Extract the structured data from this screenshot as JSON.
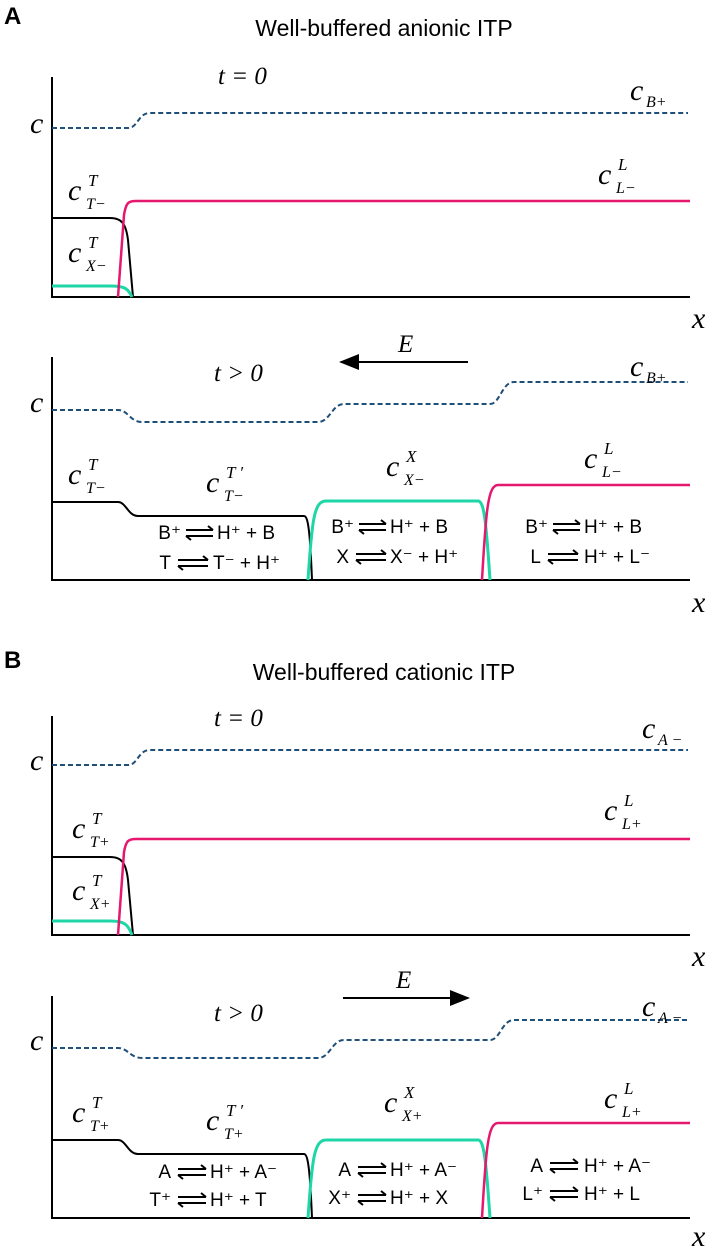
{
  "colors": {
    "buffer_counterion": "#1f4e79",
    "leading": "#e5176f",
    "trailing": "#000000",
    "sample": "#1ed6a6"
  },
  "panel_a": {
    "letter": "A",
    "title": "Well-buffered anionic ITP",
    "plot1": {
      "time_label": "t = 0",
      "y_axis": "c",
      "x_axis": "x",
      "labels": {
        "counter": {
          "main": "c",
          "sub": "B+",
          "sup": ""
        },
        "leading": {
          "main": "c",
          "sub": "L−",
          "sup": "L"
        },
        "trailing": {
          "main": "c",
          "sub": "T−",
          "sup": "T"
        },
        "sample": {
          "main": "c",
          "sub": "X−",
          "sup": "T"
        }
      }
    },
    "plot2": {
      "time_label": "t > 0",
      "field_label": "E",
      "field_direction": "left",
      "y_axis": "c",
      "x_axis": "x",
      "labels": {
        "counter": {
          "main": "c",
          "sub": "B+",
          "sup": ""
        },
        "trailing": {
          "main": "c",
          "sub": "T−",
          "sup": "T"
        },
        "adjusted": {
          "main": "c",
          "sub": "T−",
          "sup": "T ′"
        },
        "sample": {
          "main": "c",
          "sub": "X−",
          "sup": "X"
        },
        "leading": {
          "main": "c",
          "sub": "L−",
          "sup": "L"
        }
      },
      "reactions": {
        "zone1": [
          {
            "lhs": "B⁺",
            "rhs": "H⁺ + B"
          },
          {
            "lhs": "T",
            "rhs": "T⁻ + H⁺"
          }
        ],
        "zone2": [
          {
            "lhs": "B⁺",
            "rhs": "H⁺ + B"
          },
          {
            "lhs": "X",
            "rhs": "X⁻ + H⁺"
          }
        ],
        "zone3": [
          {
            "lhs": "B⁺",
            "rhs": "H⁺ + B"
          },
          {
            "lhs": "L",
            "rhs": "H⁺ + L⁻"
          }
        ]
      }
    }
  },
  "panel_b": {
    "letter": "B",
    "title": "Well-buffered cationic ITP",
    "plot1": {
      "time_label": "t = 0",
      "y_axis": "c",
      "x_axis": "x",
      "labels": {
        "counter": {
          "main": "c",
          "sub": "A −",
          "sup": ""
        },
        "leading": {
          "main": "c",
          "sub": "L+",
          "sup": "L"
        },
        "trailing": {
          "main": "c",
          "sub": "T+",
          "sup": "T"
        },
        "sample": {
          "main": "c",
          "sub": "X+",
          "sup": "T"
        }
      }
    },
    "plot2": {
      "time_label": "t > 0",
      "field_label": "E",
      "field_direction": "right",
      "y_axis": "c",
      "x_axis": "x",
      "labels": {
        "counter": {
          "main": "c",
          "sub": "A −",
          "sup": ""
        },
        "trailing": {
          "main": "c",
          "sub": "T+",
          "sup": "T"
        },
        "adjusted": {
          "main": "c",
          "sub": "T+",
          "sup": "T ′"
        },
        "sample": {
          "main": "c",
          "sub": "X+",
          "sup": "X"
        },
        "leading": {
          "main": "c",
          "sub": "L+",
          "sup": "L"
        }
      },
      "reactions": {
        "zone1": [
          {
            "lhs": "A",
            "rhs": "H⁺ + A⁻"
          },
          {
            "lhs": "T⁺",
            "rhs": "H⁺ + T"
          }
        ],
        "zone2": [
          {
            "lhs": "A",
            "rhs": "H⁺ + A⁻"
          },
          {
            "lhs": "X⁺",
            "rhs": "H⁺ + X"
          }
        ],
        "zone3": [
          {
            "lhs": "A",
            "rhs": "H⁺ + A⁻"
          },
          {
            "lhs": "L⁺",
            "rhs": "H⁺ + L"
          }
        ]
      }
    }
  }
}
